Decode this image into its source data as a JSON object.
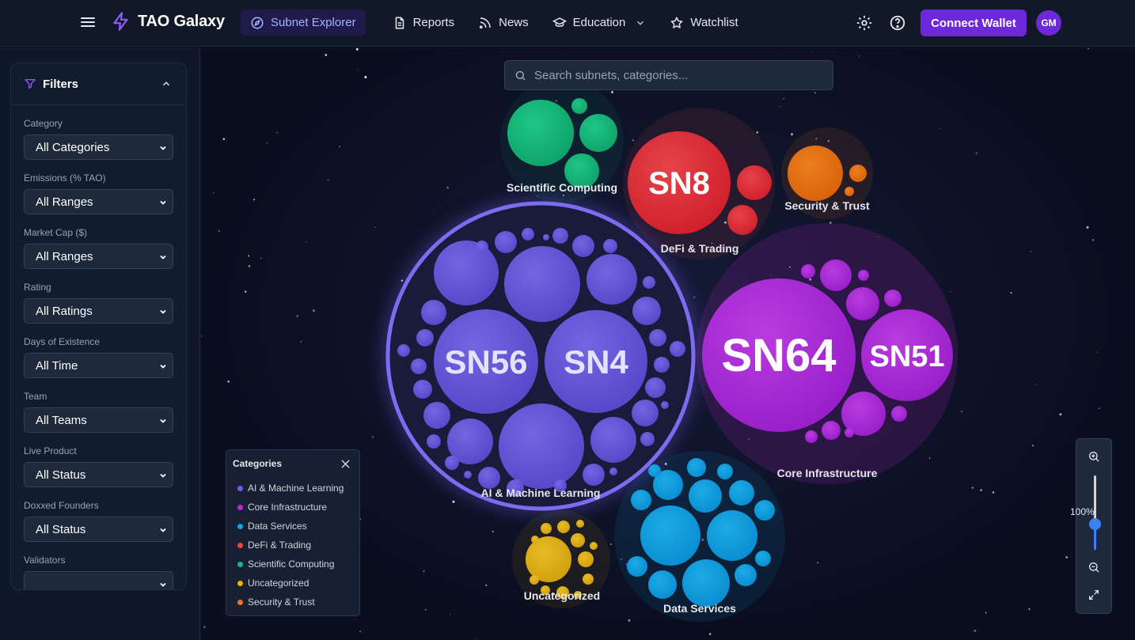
{
  "app": {
    "name": "TAO Galaxy"
  },
  "nav": {
    "items": [
      {
        "label": "Subnet Explorer",
        "active": true
      },
      {
        "label": "Reports",
        "active": false
      },
      {
        "label": "News",
        "active": false
      },
      {
        "label": "Education",
        "active": false,
        "dropdown": true
      },
      {
        "label": "Watchlist",
        "active": false
      }
    ],
    "connect_label": "Connect Wallet",
    "avatar_initials": "GM"
  },
  "filters": {
    "title": "Filters",
    "groups": [
      {
        "label": "Category",
        "value": "All Categories"
      },
      {
        "label": "Emissions (% TAO)",
        "value": "All Ranges"
      },
      {
        "label": "Market Cap ($)",
        "value": "All Ranges"
      },
      {
        "label": "Rating",
        "value": "All Ratings"
      },
      {
        "label": "Days of Existence",
        "value": "All Time"
      },
      {
        "label": "Team",
        "value": "All Teams"
      },
      {
        "label": "Live Product",
        "value": "All Status"
      },
      {
        "label": "Doxxed Founders",
        "value": "All Status"
      },
      {
        "label": "Validators",
        "value": ""
      }
    ]
  },
  "search": {
    "placeholder": "Search subnets, categories..."
  },
  "categories": {
    "title": "Categories",
    "items": [
      {
        "label": "AI & Machine Learning",
        "color": "#6d5ce8"
      },
      {
        "label": "Core Infrastructure",
        "color": "#c026d3"
      },
      {
        "label": "Data Services",
        "color": "#0ea5e9"
      },
      {
        "label": "DeFi & Trading",
        "color": "#ef4444"
      },
      {
        "label": "Scientific Computing",
        "color": "#10b981"
      },
      {
        "label": "Uncategorized",
        "color": "#eab308"
      },
      {
        "label": "Security & Trust",
        "color": "#f97316"
      }
    ]
  },
  "clusters": {
    "ai": {
      "label": "AI & Machine Learning",
      "subnets": [
        "SN56",
        "SN4"
      ]
    },
    "core": {
      "label": "Core Infrastructure",
      "subnets": [
        "SN64",
        "SN51"
      ]
    },
    "defi": {
      "label": "DeFi & Trading",
      "subnets": [
        "SN8"
      ]
    },
    "sci": {
      "label": "Scientific Computing"
    },
    "sec": {
      "label": "Security & Trust"
    },
    "data": {
      "label": "Data Services"
    },
    "unc": {
      "label": "Uncategorized"
    }
  },
  "zoom": {
    "level": "100%",
    "value_percent": 35
  },
  "colors": {
    "accent": "#6d28d9",
    "background": "#0b1020"
  }
}
